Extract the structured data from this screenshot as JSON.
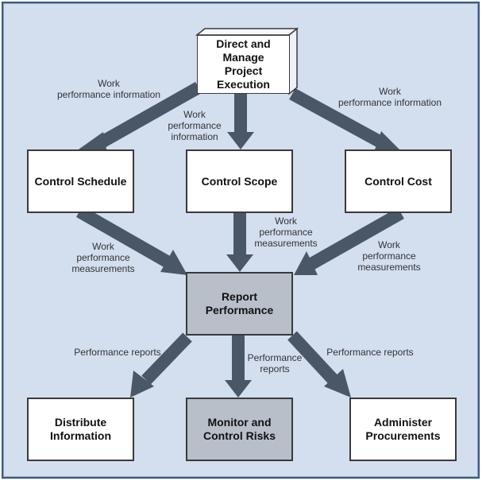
{
  "nodes": {
    "direct_manage": "Direct and\nManage\nProject\nExecution",
    "control_schedule": "Control Schedule",
    "control_scope": "Control Scope",
    "control_cost": "Control Cost",
    "report_performance": "Report\nPerformance",
    "distribute_information": "Distribute\nInformation",
    "monitor_control_risks": "Monitor and\nControl Risks",
    "administer_procurements": "Administer\nProcurements"
  },
  "edges": {
    "wpi_left": "Work\nperformance information",
    "wpi_center": "Work\nperformance\ninformation",
    "wpi_right": "Work\nperformance information",
    "wpm_left": "Work\nperformance\nmeasurements",
    "wpm_center": "Work\nperformance\nmeasurements",
    "wpm_right": "Work\nperformance\nmeasurements",
    "pr_left": "Performance reports",
    "pr_center": "Performance\nreports",
    "pr_right": "Performance reports"
  },
  "colors": {
    "background": "#d3deef",
    "border": "#3c5a86",
    "arrow": "#4a5766",
    "shaded_box": "#b8bfc9"
  }
}
